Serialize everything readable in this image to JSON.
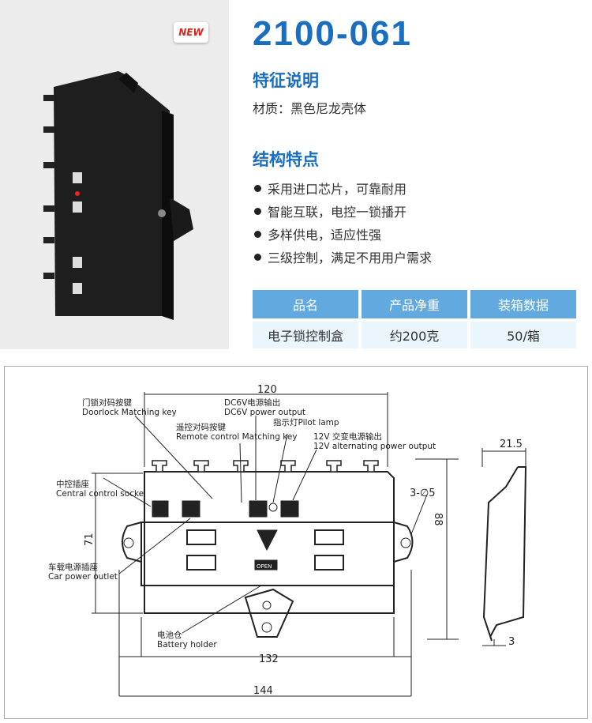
{
  "badge": "NEW",
  "model": "2100-061",
  "features_heading": "特征说明",
  "material": "材质：黑色尼龙壳体",
  "structure_heading": "结构特点",
  "bullets": [
    "采用进口芯片，可靠耐用",
    "智能互联，电控一锁播开",
    "多样供电，适应性强",
    "三级控制，满足不用用户需求"
  ],
  "table": {
    "headers": [
      "品名",
      "产品净重",
      "装箱数据"
    ],
    "row": [
      "电子锁控制盒",
      "约200克",
      "50/箱"
    ]
  },
  "drawing": {
    "dims": {
      "top": "120",
      "bottom1": "132",
      "bottom2": "144",
      "height1": "71",
      "height2": "88",
      "holes": "3-∅5",
      "side_width": "21.5",
      "side_thick": "3"
    },
    "labels": {
      "doorlock_cn": "门锁对码按键",
      "doorlock_en": "Doorlock Matching key",
      "dc6v_cn": "DC6V电源输出",
      "dc6v_en": "DC6V power output",
      "remote_cn": "遥控对码按键",
      "remote_en": "Remote control Matching key",
      "pilot": "指示灯Pilot lamp",
      "alt_cn": "12V 交变电源输出",
      "alt_en": "12V alternating power output",
      "central_cn": "中控插座",
      "central_en": "Central control socke",
      "car_cn": "车载电源插座",
      "car_en": "Car power outlet",
      "battery_cn": "电池仓",
      "battery_en": "Battery holder",
      "open": "OPEN"
    }
  }
}
